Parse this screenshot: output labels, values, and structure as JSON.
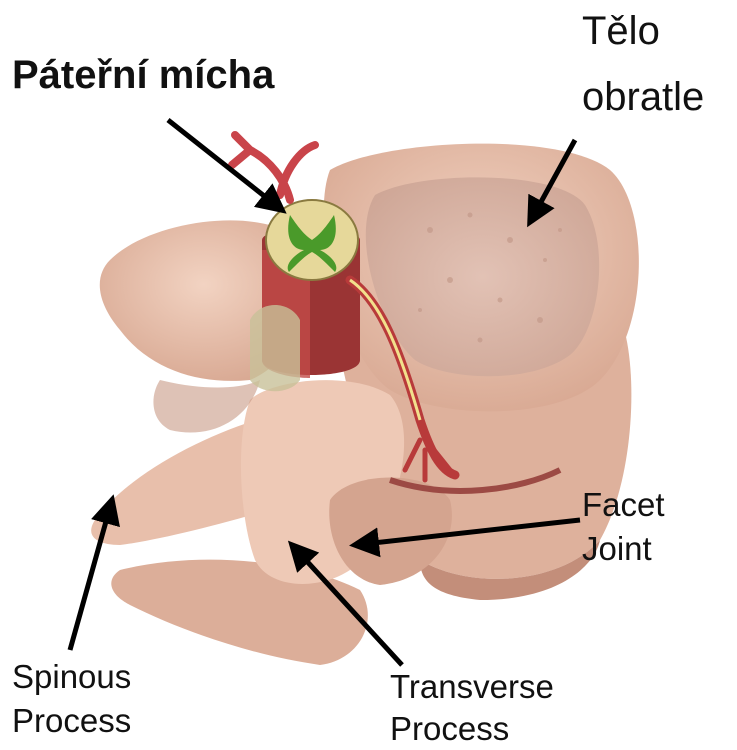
{
  "labels": {
    "spinal_cord": "Páteřní mícha",
    "vertebral_body_line1": "Tělo",
    "vertebral_body_line2": "obratle",
    "facet_joint_line1": "Facet",
    "facet_joint_line2": "Joint",
    "spinous_process_line1": "Spinous",
    "spinous_process_line2": "Process",
    "transverse_process_line1": "Transverse",
    "transverse_process_line2": "Process"
  },
  "colors": {
    "bone": "#eac3b0",
    "bone_shadow": "#cf9f8a",
    "vertebral_body_top": "#d9b4a5",
    "cord_cross_section": "#e8dca0",
    "gray_matter": "#4a9a2a",
    "dura": "#8a2c2c",
    "nerve": "#b83a3a",
    "arrow": "#000000"
  }
}
